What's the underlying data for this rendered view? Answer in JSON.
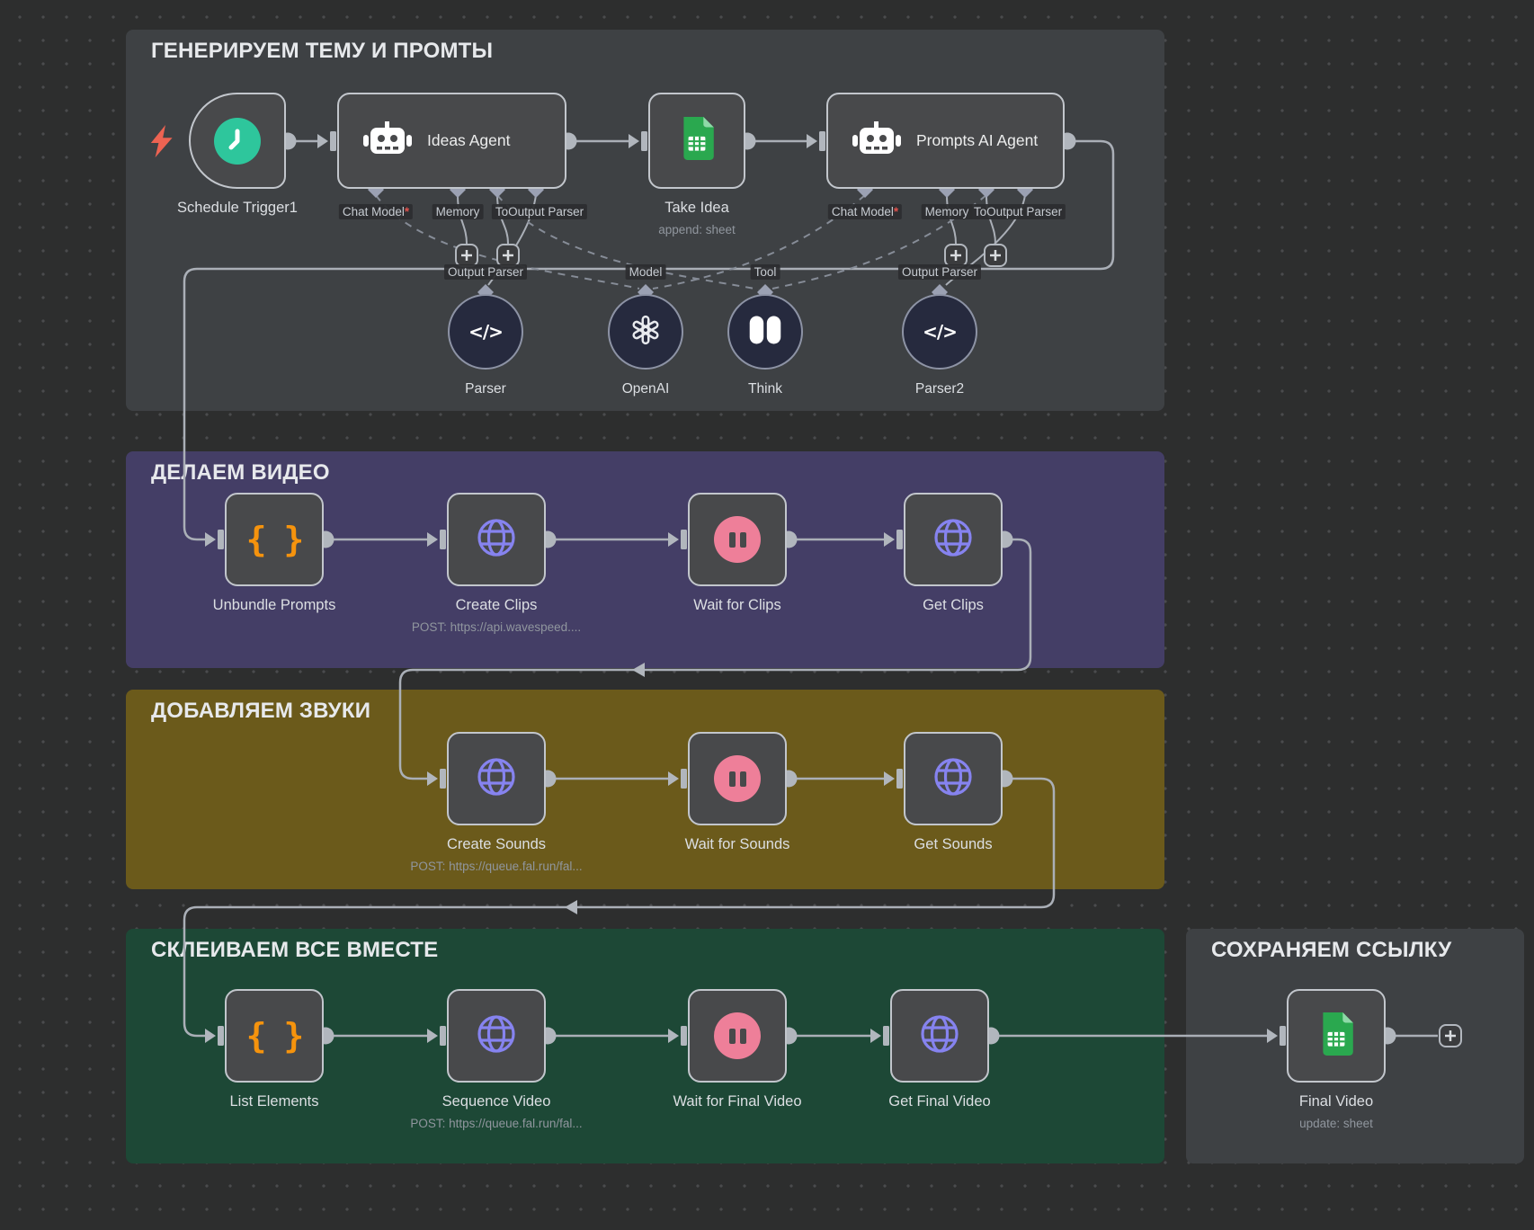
{
  "sections": [
    {
      "title": "ГЕНЕРИРУЕМ ТЕМУ И ПРОМТЫ",
      "color": "#3e4144"
    },
    {
      "title": "ДЕЛАЕМ ВИДЕО",
      "color": "#443e66"
    },
    {
      "title": "ДОБАВЛЯЕМ ЗВУКИ",
      "color": "#6b5a1b"
    },
    {
      "title": "СКЛЕИВАЕМ ВСЕ ВМЕСТЕ",
      "color": "#1d4836"
    },
    {
      "title": "СОХРАНЯЕМ ССЫЛКУ",
      "color": "#3e4144"
    }
  ],
  "nodes": {
    "schedule_trigger": {
      "label": "Schedule Trigger1"
    },
    "ideas_agent": {
      "label": "Ideas Agent"
    },
    "take_idea": {
      "label": "Take Idea",
      "subtitle": "append: sheet"
    },
    "prompts_agent": {
      "label": "Prompts AI Agent"
    },
    "parser": {
      "label": "Parser"
    },
    "openai": {
      "label": "OpenAI"
    },
    "think": {
      "label": "Think"
    },
    "parser2": {
      "label": "Parser2"
    },
    "unbundle_prompts": {
      "label": "Unbundle Prompts"
    },
    "create_clips": {
      "label": "Create Clips",
      "subtitle": "POST: https://api.wavespeed...."
    },
    "wait_for_clips": {
      "label": "Wait for Clips"
    },
    "get_clips": {
      "label": "Get Clips"
    },
    "create_sounds": {
      "label": "Create Sounds",
      "subtitle": "POST: https://queue.fal.run/fal..."
    },
    "wait_for_sounds": {
      "label": "Wait for Sounds"
    },
    "get_sounds": {
      "label": "Get Sounds"
    },
    "list_elements": {
      "label": "List Elements"
    },
    "sequence_video": {
      "label": "Sequence Video",
      "subtitle": "POST: https://queue.fal.run/fal..."
    },
    "wait_for_final_video": {
      "label": "Wait for Final Video"
    },
    "get_final_video": {
      "label": "Get Final Video"
    },
    "final_video": {
      "label": "Final Video",
      "subtitle": "update: sheet"
    }
  },
  "slot_labels": {
    "chat_model": "Chat Model",
    "required_mark": "*",
    "memory": "Memory",
    "tool_output_parser": "ToOutput Parser"
  },
  "connector_labels": {
    "output_parser": "Output Parser",
    "model": "Model",
    "tool": "Tool"
  },
  "icons": {
    "braces_glyph": "{ }",
    "code_glyph": "</>"
  },
  "colors": {
    "canvas_bg": "#2d2e2e",
    "node_bg": "#48494b",
    "node_border": "#c2c6cc",
    "wire": "#aaafb7",
    "dashed_wire": "#868c97",
    "globe_icon": "#8683ef",
    "pause_icon": "#ee7f99",
    "braces_icon": "#f5930d",
    "clock_icon": "#2ec69c",
    "sheets_icon": "#2aa84f",
    "robot_icon": "#ffffff",
    "bolt_icon": "#ed6352",
    "subnode_bg": "#262a3e",
    "required_star": "#e0524d"
  }
}
